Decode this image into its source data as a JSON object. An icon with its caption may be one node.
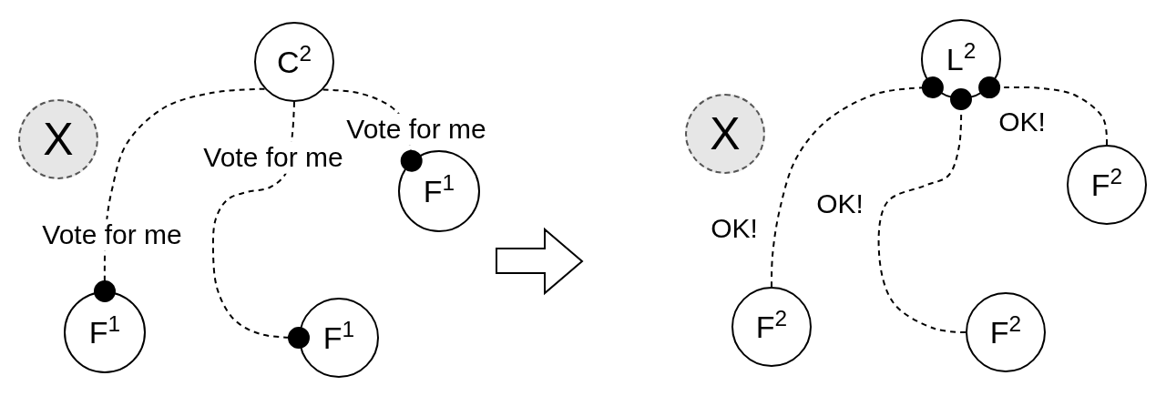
{
  "diagram": {
    "nodes": [
      {
        "text": [
          "C$^{2}$"
        ]
      },
      {
        "text": [
          "X"
        ]
      },
      {
        "text": [
          "F$^{1}$"
        ]
      },
      {
        "text": [
          "F$^{1}$"
        ]
      },
      {
        "text": [
          "F$^{1}$"
        ]
      },
      {
        "text": [
          "L$^{2}$"
        ]
      },
      {
        "text": [
          "X"
        ]
      },
      {
        "text": [
          "F$^{2}$"
        ]
      },
      {
        "text": [
          "F$^{2}$"
        ]
      },
      {
        "text": [
          "F$^{2}$"
        ]
      }
    ],
    "edges": [
      {
        "from": 0,
        "to": 3,
        "arrow": "other",
        "label": "Vote for me",
        "style": "dashed"
      },
      {
        "from": 0,
        "to": 4,
        "arrow": "other",
        "label": "Vote for me",
        "style": "dashed"
      },
      {
        "from": 0,
        "to": 2,
        "arrow": "other",
        "label": "Vote for me",
        "style": "dashed"
      },
      {
        "from": 8,
        "to": 5,
        "arrow": "other",
        "label": "OK!",
        "style": "dashed"
      },
      {
        "from": 9,
        "to": 5,
        "arrow": "other",
        "label": "OK!",
        "style": "dashed"
      },
      {
        "from": 7,
        "to": 5,
        "arrow": "other",
        "label": "OK!",
        "style": "dashed"
      }
    ]
  }
}
